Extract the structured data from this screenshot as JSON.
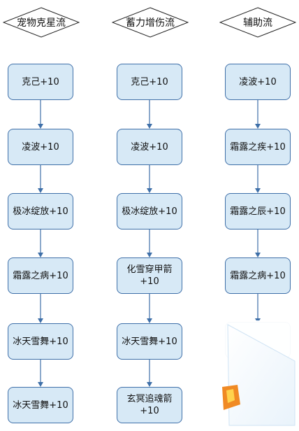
{
  "columns": [
    {
      "title": "宠物克星流",
      "items": [
        "克己+10",
        "凌波+10",
        "极冰绽放+10",
        "霜露之病+10",
        "冰天雪舞+10",
        "冰天雪舞+10"
      ]
    },
    {
      "title": "蓄力增伤流",
      "items": [
        "克己+10",
        "凌波+10",
        "极冰绽放+10",
        "化雪穿甲箭+10",
        "冰天雪舞+10",
        "玄冥追魂箭+10"
      ]
    },
    {
      "title": "辅助流",
      "items": [
        "凌波+10",
        "霜露之疾+10",
        "霜露之辰+10",
        "霜露之病+10",
        ""
      ]
    }
  ],
  "colors": {
    "node_fill": "#d7e9f6",
    "node_border": "#3e6fa8",
    "arrow": "#3e6fa8",
    "diamond_border": "#222222",
    "watermark_orange": "#f08a24"
  }
}
